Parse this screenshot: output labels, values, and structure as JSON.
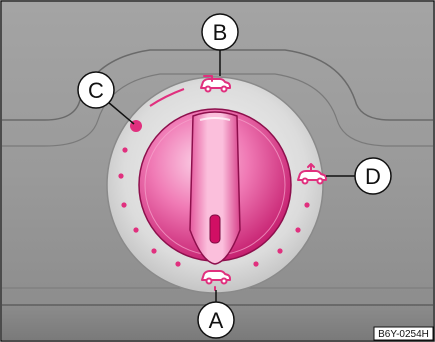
{
  "callouts": {
    "a": "A",
    "b": "B",
    "c": "C",
    "d": "D"
  },
  "icons": {
    "a": "car-footwell-vent-icon",
    "b": "car-upper-vent-icon",
    "c": "dot-marker-icon",
    "d": "car-windscreen-vent-icon"
  },
  "reference_code": "B6Y-0254H",
  "colors": {
    "accent": "#e0307e",
    "knob_light": "#fbb6d9",
    "knob_mid": "#ec5fa3",
    "knob_dark": "#b5135f",
    "panel": "#9a9a9a",
    "panel_dark": "#6e6e6e"
  }
}
